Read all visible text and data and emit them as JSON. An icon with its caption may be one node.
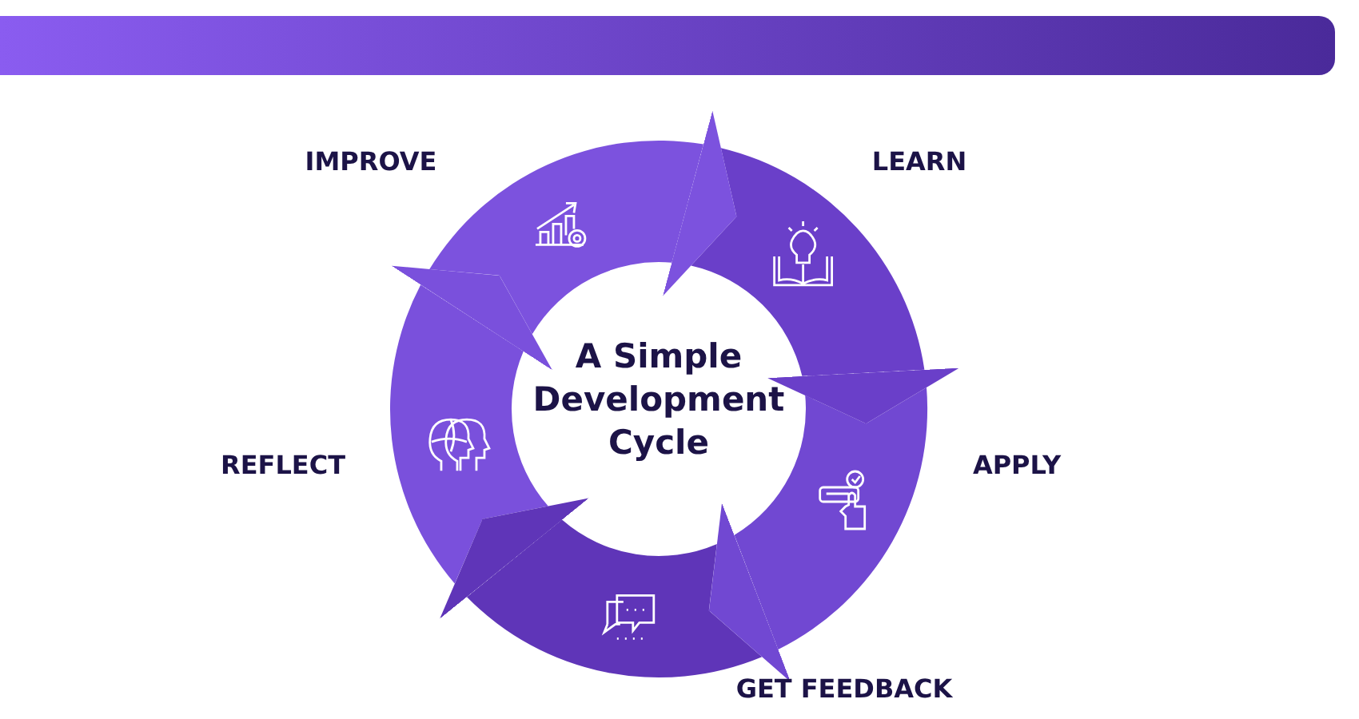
{
  "diagram": {
    "nodes": [
      {
        "text": [
          "A Simple Development Cycle"
        ]
      },
      {
        "text": [],
        "shape": "arrow",
        "beside": [
          "IMPROVE"
        ]
      },
      {
        "text": [],
        "shape": "arrow",
        "beside": [
          "LEARN"
        ]
      },
      {
        "text": [],
        "shape": "arrow",
        "beside": [
          "APPLY"
        ]
      },
      {
        "text": [],
        "shape": "arrow",
        "beside": [
          "GET FEEDBACK"
        ]
      },
      {
        "text": [],
        "shape": "arrow",
        "beside": [
          "REFLECT"
        ]
      }
    ],
    "edges": [
      {
        "from": 1,
        "to": 2,
        "arrow": "to"
      },
      {
        "from": 2,
        "to": 3,
        "arrow": "to"
      },
      {
        "from": 3,
        "to": 4,
        "arrow": "to"
      },
      {
        "from": 4,
        "to": 5,
        "arrow": "to"
      },
      {
        "from": 5,
        "to": 1,
        "arrow": "to"
      }
    ]
  }
}
